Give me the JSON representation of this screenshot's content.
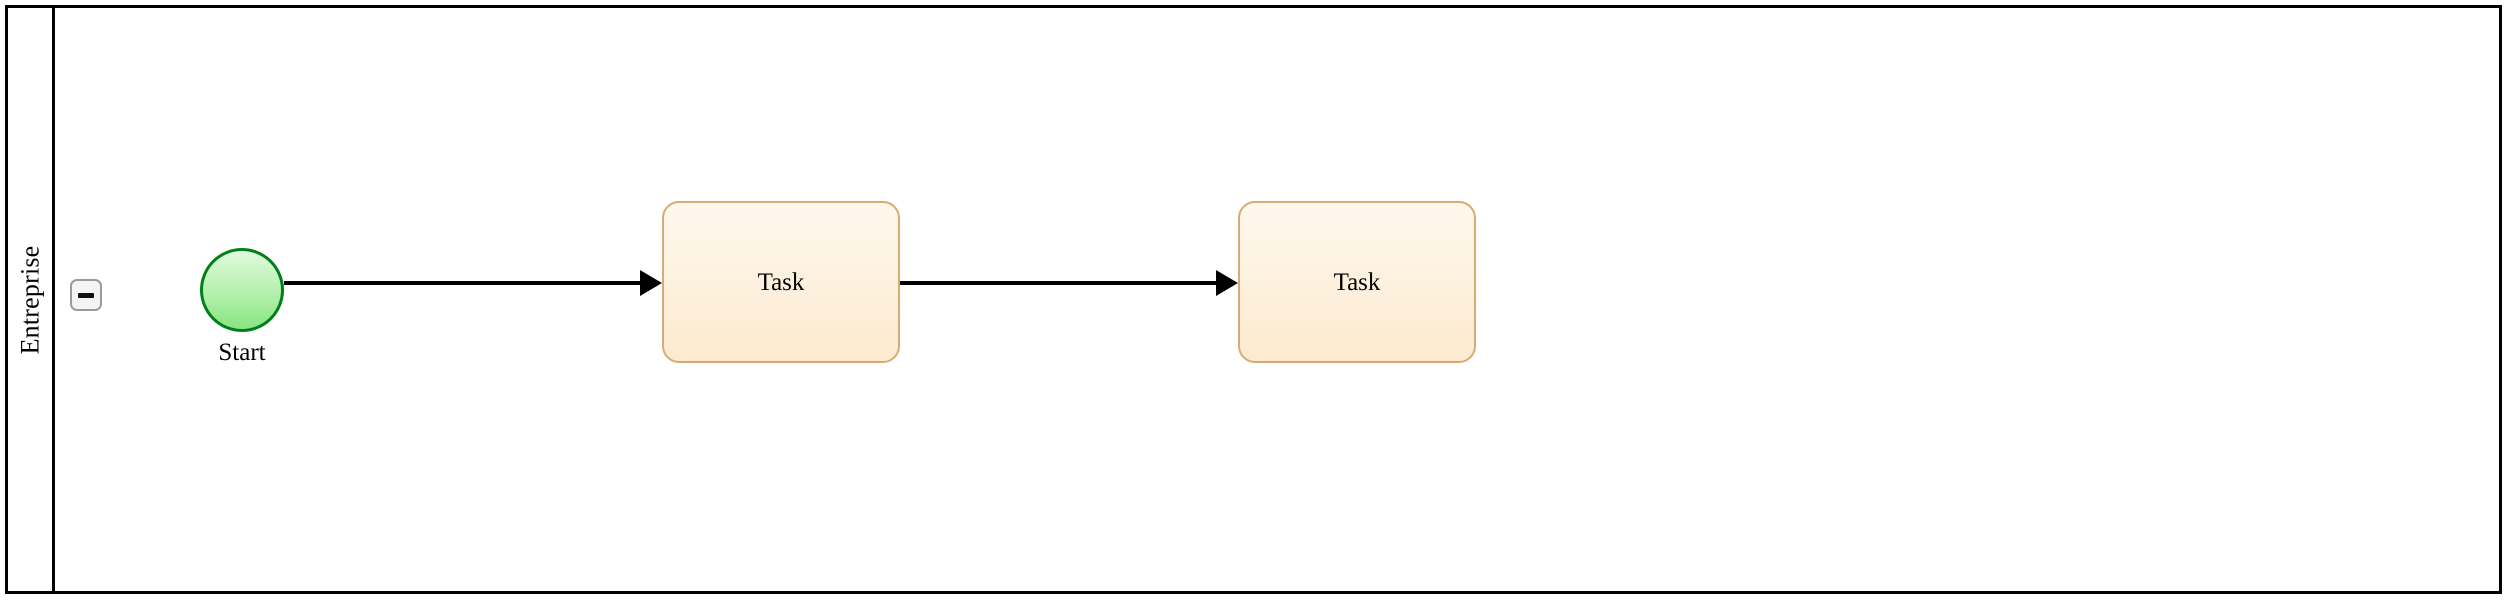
{
  "diagram": {
    "type": "bpmn-pool",
    "title": "Entreprise",
    "colors": {
      "frame_border": "#000000",
      "start_event_border": "#00801a",
      "start_event_fill_top": "#e2fadf",
      "start_event_fill_bottom": "#8ce485",
      "task_border": "#d6ab74",
      "task_fill_top": "#fdf7ec",
      "task_fill_bottom": "#fdeacf",
      "connector": "#000000",
      "collapse_button_border": "#9a9a9a",
      "collapse_button_fill": "#f4f4f4",
      "canvas_background": "#ffffff"
    }
  },
  "pool": {
    "lane": {
      "name": "Entreprise",
      "collapse_button": {
        "icon": "minus-icon",
        "state": "expanded",
        "tooltip": "Collapse"
      }
    }
  },
  "nodes": [
    {
      "id": "start-event-1",
      "kind": "start-event",
      "shape": "circle",
      "label": "Start"
    },
    {
      "id": "task-1",
      "kind": "task",
      "shape": "rounded-rectangle",
      "label": "Task"
    },
    {
      "id": "task-2",
      "kind": "task",
      "shape": "rounded-rectangle",
      "label": "Task"
    }
  ],
  "flows": [
    {
      "id": "flow-1",
      "from": "start-event-1",
      "to": "task-1",
      "style": "sequence-flow",
      "label": ""
    },
    {
      "id": "flow-2",
      "from": "task-1",
      "to": "task-2",
      "style": "sequence-flow",
      "label": ""
    }
  ]
}
